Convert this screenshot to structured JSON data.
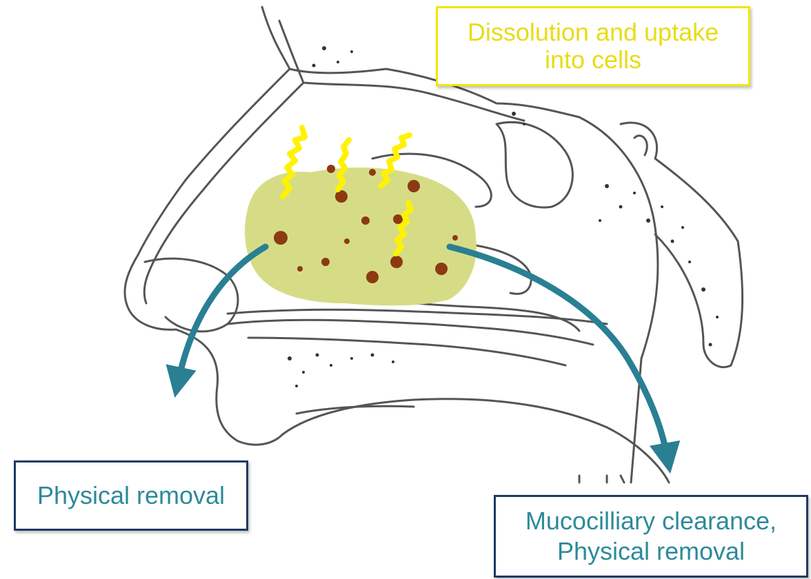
{
  "labels": {
    "dissolution_line1": "Dissolution and uptake",
    "dissolution_line2": "into cells",
    "physical_removal": "Physical removal",
    "mucociliary_line1": "Mucocilliary clearance,",
    "mucociliary_line2": "Physical removal"
  },
  "colors": {
    "mucus_blob": "#d6dc86",
    "particle": "#8b3a12",
    "squiggle": "#fff200",
    "arrow": "#2a7f93",
    "anatomy_line": "#555555",
    "yellow_box_border": "#f2e600",
    "blue_box_border": "#1f3a63",
    "blue_text": "#2d8a9a"
  }
}
